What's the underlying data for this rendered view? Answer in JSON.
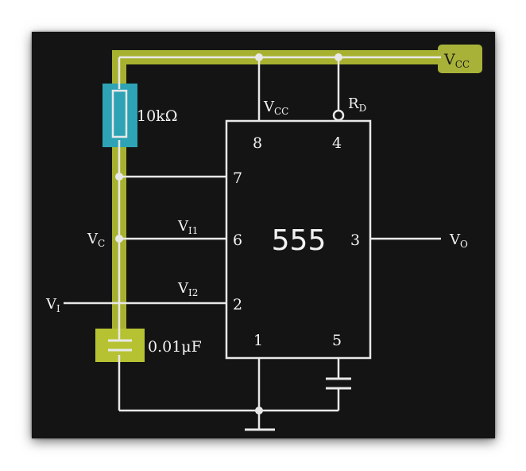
{
  "circuit": {
    "chip_label": "555",
    "resistor_label": "10kΩ",
    "capacitor_label": "0.01μF",
    "vcc_supply": {
      "main": "V",
      "sub": "CC"
    },
    "vcc_pin": {
      "main": "V",
      "sub": "CC"
    },
    "rd_pin": {
      "main": "R",
      "sub": "D"
    },
    "vc": {
      "main": "V",
      "sub": "C"
    },
    "vi": {
      "main": "V",
      "sub": "I"
    },
    "vi1": {
      "main": "V",
      "sub": "I1"
    },
    "vi2": {
      "main": "V",
      "sub": "I2"
    },
    "vo": {
      "main": "V",
      "sub": "O"
    },
    "pins": {
      "p8": "8",
      "p4": "4",
      "p7": "7",
      "p6": "6",
      "p3": "3",
      "p2": "2",
      "p1": "1",
      "p5": "5"
    }
  },
  "colors": {
    "background": "#141414",
    "wire": "#e8e8e8",
    "highlight": "#b7c232",
    "resistor_highlight": "#2ea3b5",
    "vcc_tag": "#a8b238"
  }
}
